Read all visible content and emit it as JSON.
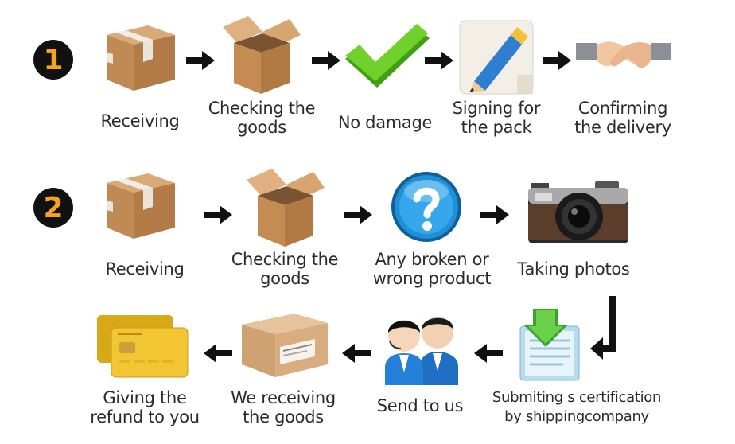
{
  "row1": {
    "badge": "1",
    "steps": [
      {
        "label": "Receiving",
        "icon": "taped-box-icon"
      },
      {
        "label": "Checking the\ngoods",
        "icon": "open-box-icon"
      },
      {
        "label": "No damage",
        "icon": "checkmark-icon"
      },
      {
        "label": "Signing for\nthe pack",
        "icon": "pencil-icon"
      },
      {
        "label": "Confirming\nthe delivery",
        "icon": "handshake-icon"
      }
    ]
  },
  "row2": {
    "badge": "2",
    "steps": [
      {
        "label": "Receiving",
        "icon": "taped-box-icon"
      },
      {
        "label": "Checking the\ngoods",
        "icon": "open-box-icon"
      },
      {
        "label": "Any broken or\nwrong product",
        "icon": "question-mark-icon"
      },
      {
        "label": "Taking photos",
        "icon": "camera-icon"
      }
    ]
  },
  "row3": {
    "steps": [
      {
        "label": "Submiting s certification\nby shippingcompany",
        "icon": "document-download-icon"
      },
      {
        "label": "Send to us",
        "icon": "support-agents-icon"
      },
      {
        "label": "We receiving\nthe goods",
        "icon": "shipping-box-icon"
      },
      {
        "label": "Giving the\nrefund to you",
        "icon": "credit-card-icon"
      }
    ]
  },
  "colors": {
    "box": "#c8955f",
    "arrow": "#111111",
    "badge_text": "#f7a21b",
    "check": "#5cc21c",
    "question": "#1f8fd6"
  }
}
